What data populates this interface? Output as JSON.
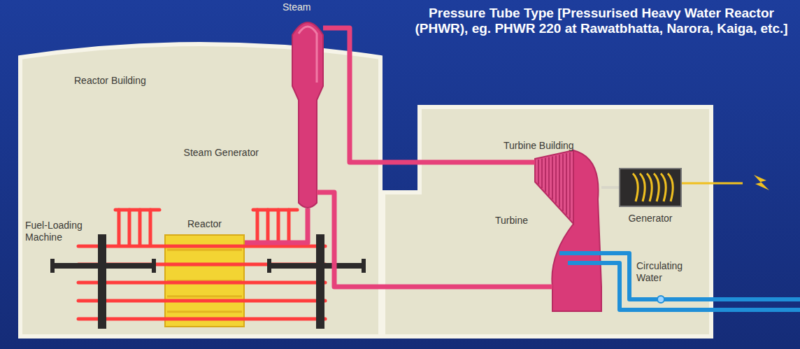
{
  "diagram": {
    "title": "Pressure Tube Type [Pressurised Heavy Water Reactor (PHWR), eg. PHWR 220 at Rawatbhatta, Narora, Kaiga, etc.]",
    "nodes": [
      {
        "text": [
          "Reactor Building"
        ]
      },
      {
        "text": [
          "Steam Generator"
        ],
        "in": 0
      },
      {
        "text": [
          "Reactor"
        ],
        "in": 0
      },
      {
        "text": [
          "Turbine Building"
        ]
      },
      {
        "text": [
          "Turbine"
        ],
        "in": 3
      },
      {
        "text": [
          "Generator"
        ],
        "in": 3
      }
    ],
    "edges": [
      {
        "from": 2,
        "to": 1,
        "arrow": "none"
      },
      {
        "from": 1,
        "to": 4,
        "arrow": "none"
      },
      {
        "from": 4,
        "to": 1,
        "arrow": "none"
      },
      {
        "from": 4,
        "to": 5,
        "arrow": "none"
      }
    ],
    "labels": [
      "Steam",
      "Fuel-Loading Machine",
      "Circulating Water"
    ]
  }
}
